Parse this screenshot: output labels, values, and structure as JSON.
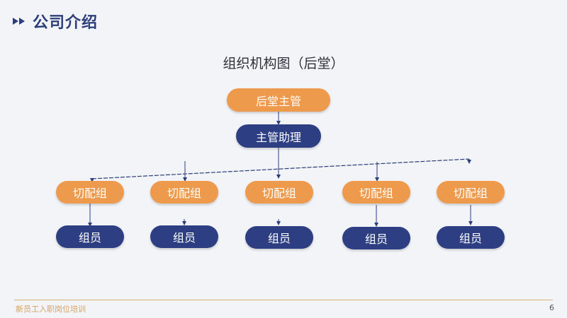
{
  "header": {
    "title": "公司介绍",
    "icon": "double-triangle-icon"
  },
  "diagram": {
    "title": "组织机构图（后堂）",
    "top": "后堂主管",
    "assistant": "主管助理",
    "groups": [
      {
        "lead": "切配组",
        "member": "组员"
      },
      {
        "lead": "切配组",
        "member": "组员"
      },
      {
        "lead": "切配组",
        "member": "组员"
      },
      {
        "lead": "切配组",
        "member": "组员"
      },
      {
        "lead": "切配组",
        "member": "组员"
      }
    ]
  },
  "footer": {
    "text": "新员工入职岗位培训",
    "page": "6"
  },
  "colors": {
    "orange": "#ee9a4d",
    "navy": "#2d3f82",
    "line": "#2c3e7a"
  }
}
